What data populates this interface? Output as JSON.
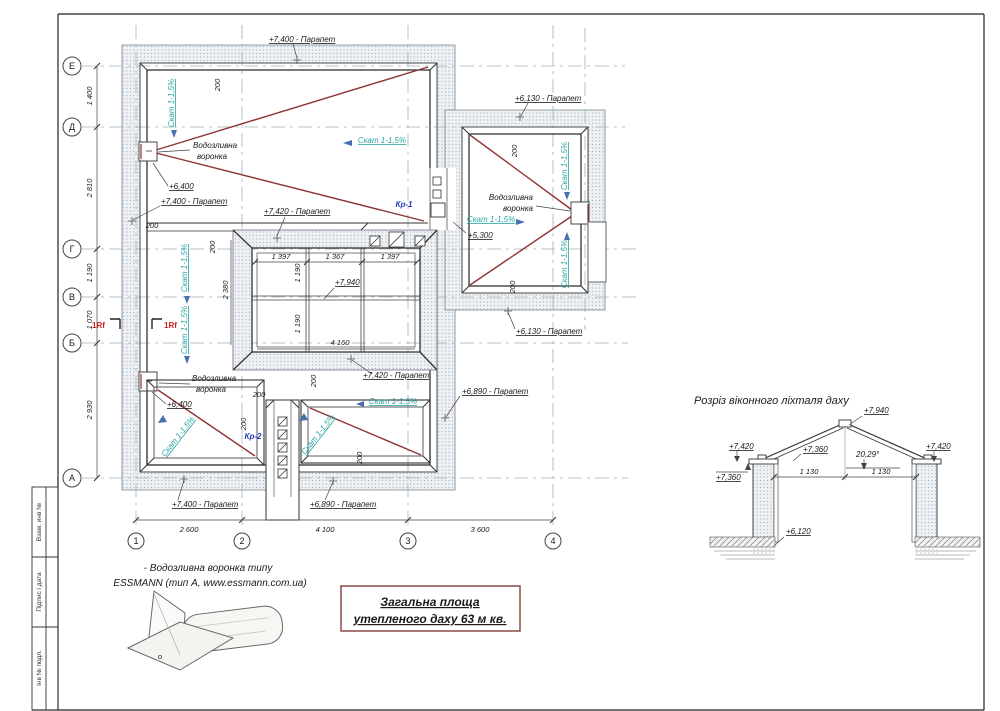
{
  "drawing": {
    "axis_letters": [
      "Е",
      "Д",
      "Г",
      "В",
      "Б",
      "А"
    ],
    "axis_numbers": [
      "1",
      "2",
      "3",
      "4"
    ],
    "axis_v_dims": [
      "1 400",
      "2 810",
      "1 190",
      "1 070",
      "2 930"
    ],
    "axis_h_dims": [
      "2 600",
      "4 100",
      "3 600"
    ],
    "labels": {
      "slope": "Скат 1-1,5%",
      "funnel_l1": "Водозливна",
      "funnel_l2": "воронка",
      "par_7400": "+7,400 - Парапет",
      "par_7420": "+7,420 - Парапет",
      "par_6130": "+6,130 - Парапет",
      "par_6890": "+6,890 - Парапет",
      "lvl_6400": "+6,400",
      "lvl_5300": "+5,300",
      "lvl_7940": "+7,940",
      "kr1": "Кр-1",
      "kr2": "Кр-2",
      "rf": "1Rf",
      "d200": "200",
      "d1397": "1 397",
      "d1367": "1 367",
      "d1190": "1 190",
      "d2380": "2 380",
      "d4160": "4 160"
    },
    "section": {
      "title": "Розріз віконного ліхталя даху",
      "lvl_7940": "+7,940",
      "lvl_7420": "+7,420",
      "lvl_7360": "+7,360",
      "lvl_6120": "+6,120",
      "angle": "20,29°",
      "d1130": "1 130"
    },
    "legend": {
      "line1": "- Водозливна воронка типу",
      "line2": "ESSMANN (тип А, www.essmann.com.ua)"
    },
    "note": {
      "line1": "Загальна площа",
      "line2": "утепленого даху 63 м кв."
    },
    "title_block": {
      "cell1": "Взам. инв №",
      "cell2": "Підпис і дата",
      "cell3": "Інв № подл."
    },
    "colors": {
      "ridge": "#8f3434",
      "slope_text": "#2aa3a3",
      "arrow": "#4a6fae",
      "kr": "#2a3bb5",
      "rf": "#cc2020",
      "note_border": "#8a4a42"
    }
  }
}
